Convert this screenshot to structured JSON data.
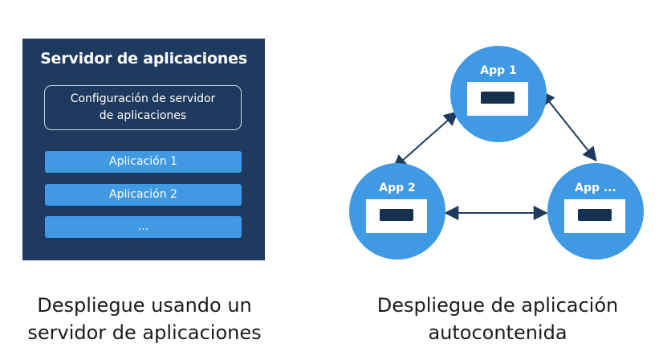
{
  "server": {
    "title": "Servidor de aplicaciones",
    "config_line1": "Configuración de servidor",
    "config_line2": "de aplicaciones",
    "apps": [
      "Aplicación 1",
      "Aplicación 2",
      "..."
    ]
  },
  "nodes": [
    "App 1",
    "App 2",
    "App ..."
  ],
  "captions": {
    "left_line1": "Despliegue usando un",
    "left_line2": "servidor de aplicaciones",
    "right_line1": "Despliegue de aplicación",
    "right_line2": "autocontenida"
  },
  "colors": {
    "panel": "#1f3a5f",
    "accent": "#3f99e3",
    "slot": "#16304f",
    "arrow": "#1f3a5f"
  }
}
